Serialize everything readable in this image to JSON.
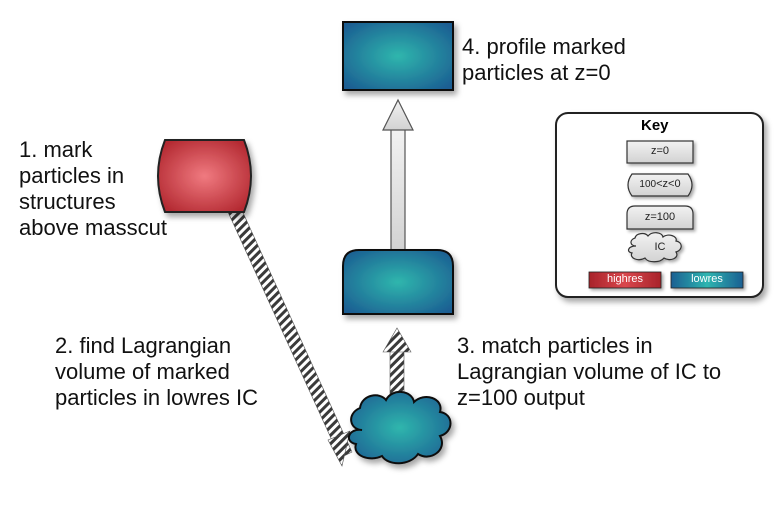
{
  "steps": {
    "mark": {
      "lines": [
        "1. mark",
        "particles in",
        "structures",
        "above masscut"
      ]
    },
    "lagrangian": {
      "lines": [
        "2. find Lagrangian",
        "volume of marked",
        "particles in lowres IC"
      ]
    },
    "match": {
      "lines": [
        "3. match particles in",
        "Lagrangian volume of IC to",
        "z=100 output"
      ]
    },
    "profile": {
      "lines": [
        "4. profile marked",
        "particles at z=0"
      ]
    }
  },
  "key": {
    "title": "Key",
    "items": {
      "z0": "z=0",
      "mid_prefix": "100",
      "mid_suffix": "<z<0",
      "z100": "z=100",
      "ic": "IC",
      "highres": "highres",
      "lowres": "lowres"
    }
  },
  "colors": {
    "highres": "#c9363a",
    "lowres": "#1d7a9a",
    "lowres_glow": "#2fb8b0",
    "arrow": "#444444"
  }
}
